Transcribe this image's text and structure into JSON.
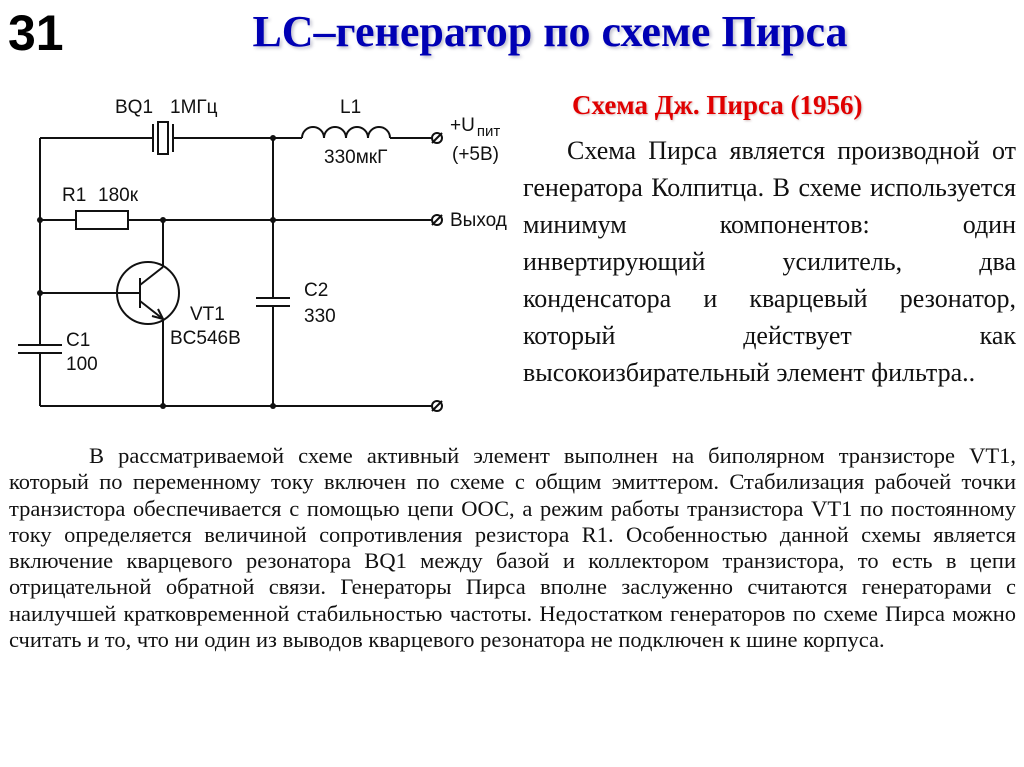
{
  "slide": {
    "number": "31",
    "title": "LC–генератор по схеме Пирса"
  },
  "circuit": {
    "crystal": {
      "ref": "BQ1",
      "value": "1МГц"
    },
    "inductor": {
      "ref": "L1",
      "value": "330мкГ"
    },
    "resistor": {
      "ref": "R1",
      "value": "180к"
    },
    "transistor": {
      "ref": "VT1",
      "model": "BC546B"
    },
    "capacitor1": {
      "ref": "C1",
      "value": "100"
    },
    "capacitor2": {
      "ref": "C2",
      "value": "330"
    },
    "supply": {
      "label": "+U",
      "subscript": "пит",
      "value": "(+5В)"
    },
    "output": {
      "label": "Выход"
    }
  },
  "side": {
    "subtitle": "Схема Дж. Пирса (1956)",
    "text": "Схема Пирса является производной от генератора Колпитца. В схеме используется минимум компонентов: один инвертирующий усилитель, два конденсатора и кварцевый резонатор, который действует как высокоизбирательный элемент фильтра.."
  },
  "body": {
    "text": "В рассматриваемой схеме активный элемент выполнен на биполярном транзисторе VT1, который по переменному току включен по схеме с общим эмиттером. Стабилизация рабочей точки транзистора обеспечивается с помощью цепи ООС, а режим работы транзистора VT1 по постоянному току определяется величиной сопротивления резистора R1. Особенностью данной схемы является включение кварцевого резонатора BQ1 между базой и коллектором транзистора, то есть в цепи отрицательной обратной связи. Генераторы Пирса вполне заслуженно считаются генераторами с наилучшей кратковременной стабильностью частоты. Недостатком генераторов по схеме Пирса можно считать и то, что ни один из выводов кварцевого резонатора не подключен к шине корпуса."
  },
  "colors": {
    "title": "#0000b4",
    "subtitle": "#e00000",
    "text": "#111111",
    "background": "#ffffff"
  }
}
